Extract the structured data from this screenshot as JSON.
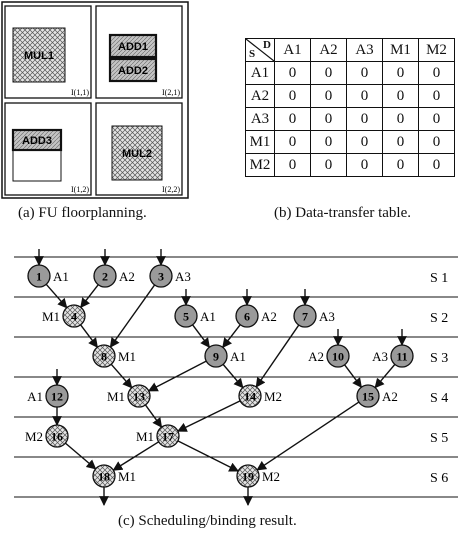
{
  "floorplan": {
    "regions": [
      {
        "id": "I(1,1)",
        "units": [
          {
            "label": "MUL1",
            "kind": "mul"
          }
        ]
      },
      {
        "id": "I(2,1)",
        "units": [
          {
            "label": "ADD1",
            "kind": "add"
          },
          {
            "label": "ADD2",
            "kind": "add"
          }
        ]
      },
      {
        "id": "I(1,2)",
        "units": [
          {
            "label": "ADD3",
            "kind": "add"
          }
        ]
      },
      {
        "id": "I(2,2)",
        "units": [
          {
            "label": "MUL2",
            "kind": "mul"
          }
        ]
      }
    ],
    "caption": "(a) FU floorplanning."
  },
  "transfer_table": {
    "corner_row_label": "S",
    "corner_col_label": "D",
    "columns": [
      "A1",
      "A2",
      "A3",
      "M1",
      "M2"
    ],
    "rows": [
      {
        "label": "A1",
        "values": [
          "0",
          "0",
          "0",
          "0",
          "0"
        ]
      },
      {
        "label": "A2",
        "values": [
          "0",
          "0",
          "0",
          "0",
          "0"
        ]
      },
      {
        "label": "A3",
        "values": [
          "0",
          "0",
          "0",
          "0",
          "0"
        ]
      },
      {
        "label": "M1",
        "values": [
          "0",
          "0",
          "0",
          "0",
          "0"
        ]
      },
      {
        "label": "M2",
        "values": [
          "0",
          "0",
          "0",
          "0",
          "0"
        ]
      }
    ],
    "caption": "(b) Data-transfer table."
  },
  "schedule": {
    "steps": [
      "S 1",
      "S 2",
      "S 3",
      "S 4",
      "S 5",
      "S 6"
    ],
    "nodes": [
      {
        "id": "1",
        "fu": "A1",
        "type": "add",
        "step": 1
      },
      {
        "id": "2",
        "fu": "A2",
        "type": "add",
        "step": 1
      },
      {
        "id": "3",
        "fu": "A3",
        "type": "add",
        "step": 1
      },
      {
        "id": "4",
        "fu": "M1",
        "type": "mul",
        "step": 2
      },
      {
        "id": "5",
        "fu": "A1",
        "type": "add",
        "step": 2
      },
      {
        "id": "6",
        "fu": "A2",
        "type": "add",
        "step": 2
      },
      {
        "id": "7",
        "fu": "A3",
        "type": "add",
        "step": 2
      },
      {
        "id": "8",
        "fu": "M1",
        "type": "mul",
        "step": 3
      },
      {
        "id": "9",
        "fu": "A1",
        "type": "add",
        "step": 3
      },
      {
        "id": "10",
        "fu": "A2",
        "type": "add",
        "step": 3
      },
      {
        "id": "11",
        "fu": "A3",
        "type": "add",
        "step": 3
      },
      {
        "id": "12",
        "fu": "A1",
        "type": "add",
        "step": 4
      },
      {
        "id": "13",
        "fu": "M1",
        "type": "mul",
        "step": 4
      },
      {
        "id": "14",
        "fu": "M2",
        "type": "mul",
        "step": 4
      },
      {
        "id": "15",
        "fu": "A2",
        "type": "add",
        "step": 4
      },
      {
        "id": "16",
        "fu": "M2",
        "type": "mul",
        "step": 5
      },
      {
        "id": "17",
        "fu": "M1",
        "type": "mul",
        "step": 5
      },
      {
        "id": "18",
        "fu": "M1",
        "type": "mul",
        "step": 6
      },
      {
        "id": "19",
        "fu": "M2",
        "type": "mul",
        "step": 6
      }
    ],
    "edges": [
      [
        "1",
        "4"
      ],
      [
        "2",
        "4"
      ],
      [
        "4",
        "8"
      ],
      [
        "3",
        "8"
      ],
      [
        "8",
        "13"
      ],
      [
        "9",
        "13"
      ],
      [
        "5",
        "9"
      ],
      [
        "6",
        "9"
      ],
      [
        "9",
        "14"
      ],
      [
        "7",
        "14"
      ],
      [
        "10",
        "15"
      ],
      [
        "11",
        "15"
      ],
      [
        "12",
        "16"
      ],
      [
        "13",
        "17"
      ],
      [
        "14",
        "17"
      ],
      [
        "16",
        "18"
      ],
      [
        "17",
        "18"
      ],
      [
        "17",
        "19"
      ],
      [
        "15",
        "19"
      ]
    ],
    "caption": "(c) Scheduling/binding result."
  },
  "colors": {
    "add_fill": "#9a9a9a",
    "mul_fill": "#d8d8d8",
    "line": "#111111"
  }
}
